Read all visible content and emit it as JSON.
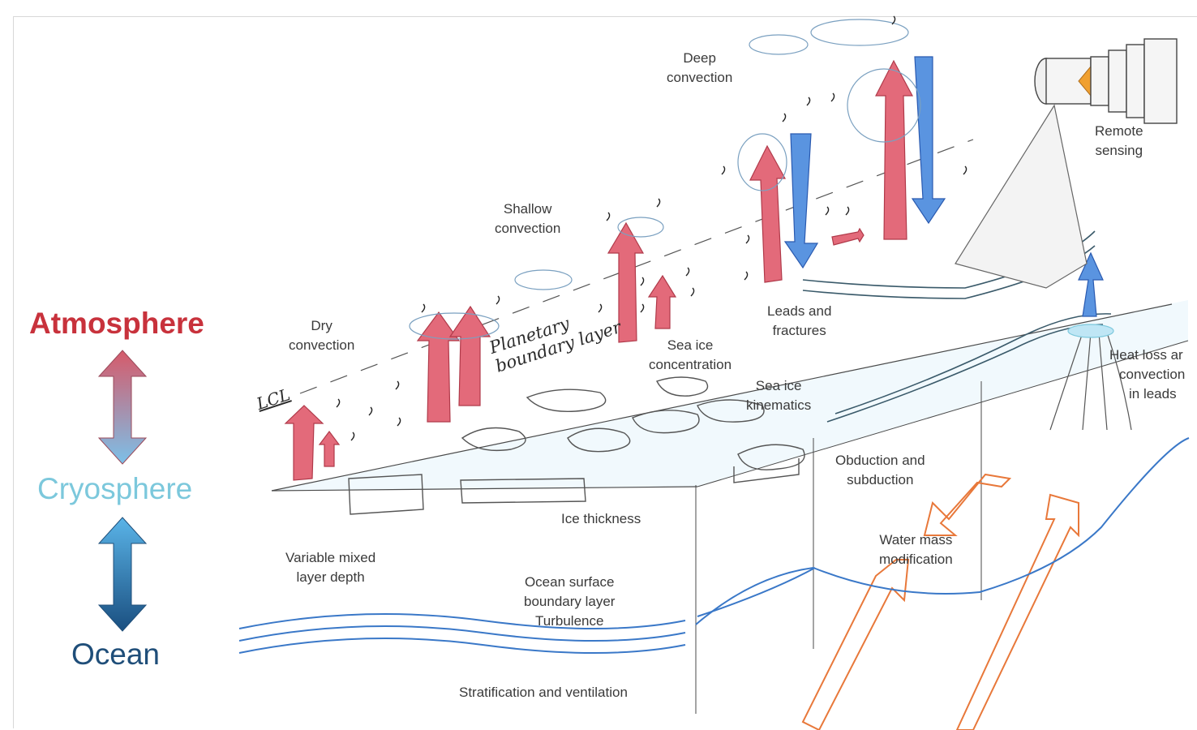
{
  "legend": {
    "atmosphere": "Atmosphere",
    "cryosphere": "Cryosphere",
    "ocean": "Ocean"
  },
  "colors": {
    "atmosphere": "#c8323c",
    "cryosphere": "#7cc8dc",
    "ocean": "#1f4e79",
    "warm_arrow": "#e05a6a",
    "cold_arrow": "#3a78d0",
    "ocean_arrow": "#e8783a",
    "ocean_line": "#3a78c8"
  },
  "labels": {
    "deep_convection": [
      "Deep",
      "convection"
    ],
    "remote_sensing": [
      "Remote",
      "sensing"
    ],
    "shallow_convection": [
      "Shallow",
      "convection"
    ],
    "dry_convection": [
      "Dry",
      "convection"
    ],
    "lcl": "LCL",
    "pbl": [
      "Planetary",
      "boundary layer"
    ],
    "leads_fractures": [
      "Leads and",
      "fractures"
    ],
    "sea_ice_concentration": [
      "Sea ice",
      "concentration"
    ],
    "sea_ice_kinematics": [
      "Sea ice",
      "kinematics"
    ],
    "heat_loss": [
      "Heat loss ar",
      "convection",
      "in leads"
    ],
    "obduction": [
      "Obduction and",
      "subduction"
    ],
    "ice_thickness": "Ice thickness",
    "variable_mixed": [
      "Variable mixed",
      "layer depth"
    ],
    "water_mass": [
      "Water mass",
      "modification"
    ],
    "ocean_surface": [
      "Ocean surface",
      "boundary layer",
      "Turbulence"
    ],
    "stratification": "Stratification and ventilation"
  }
}
